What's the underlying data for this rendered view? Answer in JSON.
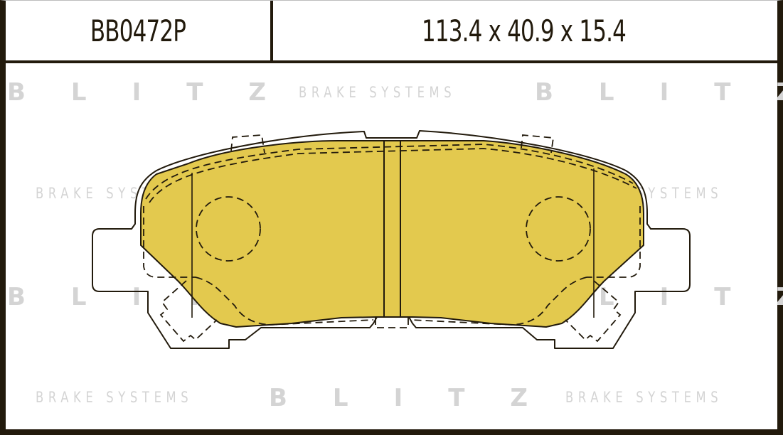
{
  "header": {
    "part_number": "BB0472P",
    "dimensions": "113.4 x 40.9 x 15.4"
  },
  "watermark": {
    "brand": "BLITZ",
    "tagline": "BRAKE SYSTEMS"
  },
  "colors": {
    "frame": "#221a0c",
    "pad_fill": "#e3c94e",
    "line": "#221a0c",
    "watermark": "#d4d4d4"
  },
  "drawing": {
    "subject": "brake-pad-outline",
    "features": [
      "backing-plate",
      "friction-material",
      "center-slot",
      "two-chamfer-lines",
      "two-dashed-shim-circles",
      "wear-indicator-tabs"
    ]
  }
}
